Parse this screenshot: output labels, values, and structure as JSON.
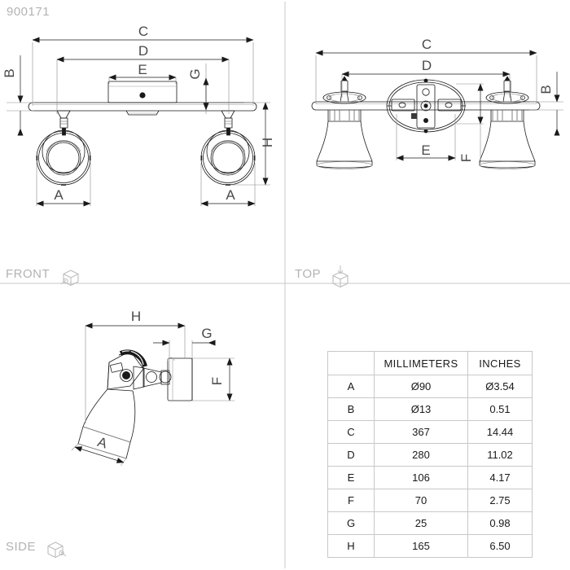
{
  "drawing": {
    "part_number": "900171",
    "views": [
      {
        "id": "front",
        "label": "FRONT",
        "icon": "cube-front-icon"
      },
      {
        "id": "top",
        "label": "TOP",
        "icon": "cube-top-icon"
      },
      {
        "id": "side",
        "label": "SIDE",
        "icon": "cube-side-icon"
      }
    ],
    "dimension_letters": {
      "A": "A",
      "B": "B",
      "C": "C",
      "D": "D",
      "E": "E",
      "F": "F",
      "G": "G",
      "H": "H"
    },
    "front_view_callouts": [
      "C",
      "D",
      "E",
      "G",
      "B",
      "H",
      "A",
      "A"
    ],
    "top_view_callouts": [
      "C",
      "D",
      "E",
      "B",
      "F"
    ],
    "side_view_callouts": [
      "H",
      "G",
      "F",
      "A"
    ]
  },
  "table": {
    "headers": [
      "",
      "MILLIMETERS",
      "INCHES"
    ],
    "rows": [
      {
        "key": "A",
        "mm": "Ø90",
        "in": "Ø3.54"
      },
      {
        "key": "B",
        "mm": "Ø13",
        "in": "0.51"
      },
      {
        "key": "C",
        "mm": "367",
        "in": "14.44"
      },
      {
        "key": "D",
        "mm": "280",
        "in": "11.02"
      },
      {
        "key": "E",
        "mm": "106",
        "in": "4.17"
      },
      {
        "key": "F",
        "mm": "70",
        "in": "2.75"
      },
      {
        "key": "G",
        "mm": "25",
        "in": "0.98"
      },
      {
        "key": "H",
        "mm": "165",
        "in": "6.50"
      }
    ]
  },
  "colors": {
    "line": "#1a1a1a",
    "thin_line": "#8c8c8c",
    "label_gray": "#b3b3b3",
    "table_border": "#c8c8c8",
    "divider": "#c8c8c8"
  }
}
